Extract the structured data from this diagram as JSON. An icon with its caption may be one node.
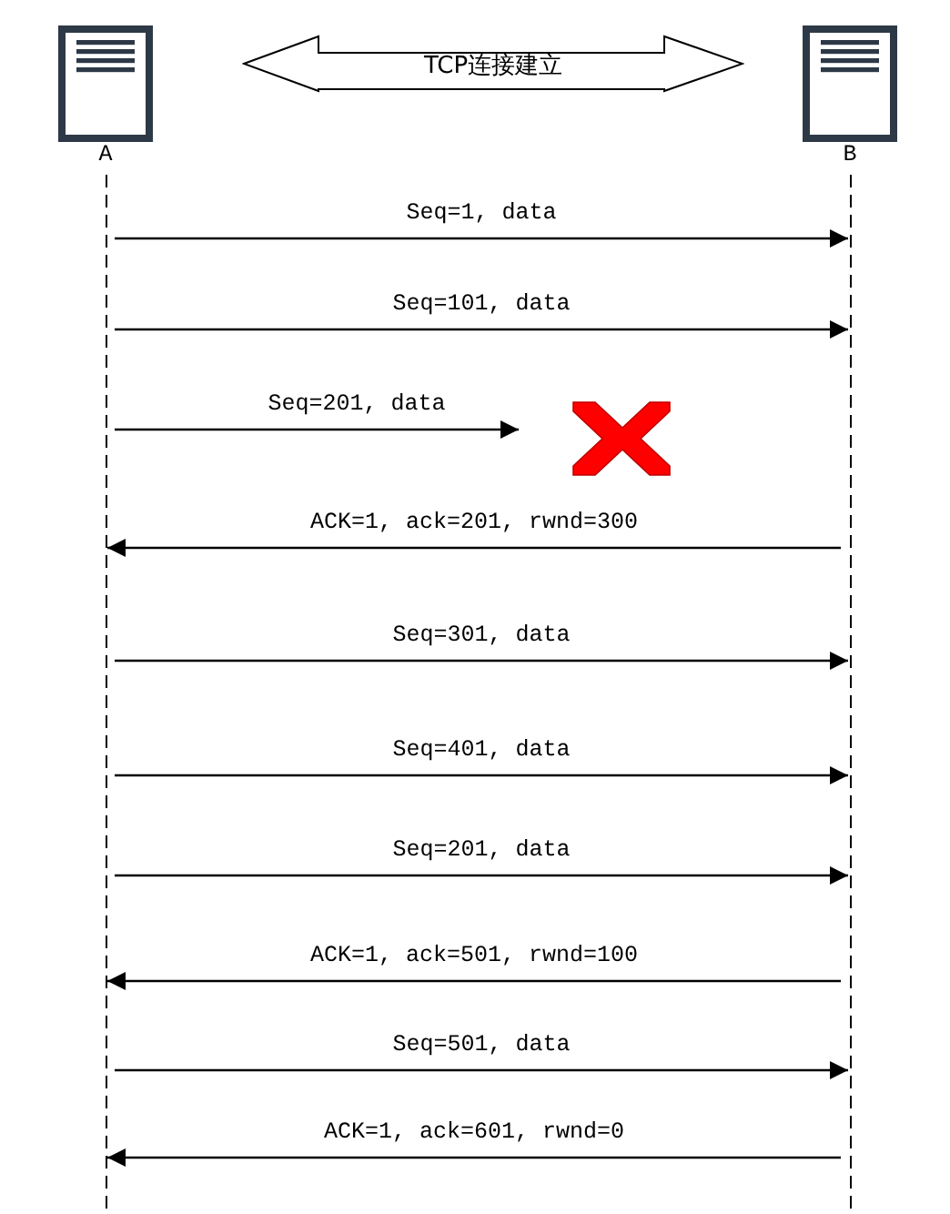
{
  "diagram": {
    "nodes": [
      {
        "text": [
          "A"
        ]
      },
      {
        "text": [
          "B"
        ]
      },
      {
        "text": [
          "TCP连接建立"
        ]
      },
      {
        "text": [],
        "shape": "line"
      },
      {
        "text": [],
        "shape": "line"
      }
    ],
    "edges": [
      {
        "from": 3,
        "to": 4,
        "arrow": "to",
        "label": "Seq=1, data"
      },
      {
        "from": 3,
        "to": 4,
        "arrow": "to",
        "label": "Seq=101, data"
      },
      {
        "from": 3,
        "to": null,
        "arrow": "to",
        "label": "Seq=201, data"
      },
      {
        "from": 4,
        "to": 3,
        "arrow": "to",
        "label": "ACK=1, ack=201, rwnd=300"
      },
      {
        "from": 3,
        "to": 4,
        "arrow": "to",
        "label": "Seq=301, data"
      },
      {
        "from": 3,
        "to": 4,
        "arrow": "to",
        "label": "Seq=401, data"
      },
      {
        "from": 3,
        "to": 4,
        "arrow": "to",
        "label": "Seq=201, data"
      },
      {
        "from": 4,
        "to": 3,
        "arrow": "to",
        "label": "ACK=1, ack=501, rwnd=100"
      },
      {
        "from": 3,
        "to": 4,
        "arrow": "to",
        "label": "Seq=501, data"
      },
      {
        "from": 4,
        "to": 3,
        "arrow": "to",
        "label": "ACK=1, ack=601, rwnd=0"
      }
    ]
  }
}
